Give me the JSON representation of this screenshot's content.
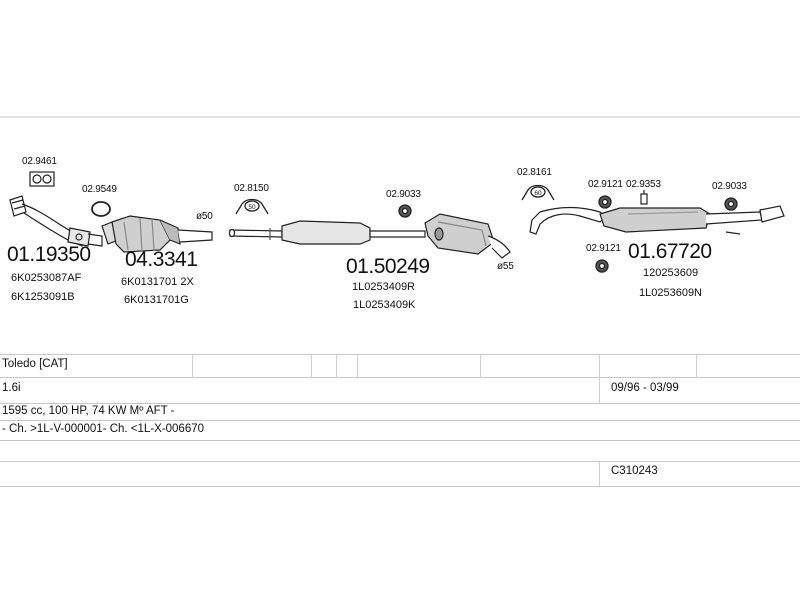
{
  "parts": [
    {
      "id": "p1",
      "number": "01.19350",
      "refs": [
        "6K0253087AF",
        "6K1253091B"
      ]
    },
    {
      "id": "p2",
      "number": "04.3341",
      "refs": [
        "6K0131701 2X",
        "6K0131701G"
      ]
    },
    {
      "id": "p3",
      "number": "01.50249",
      "refs": [
        "1L0253409R",
        "1L0253409K"
      ]
    },
    {
      "id": "p4",
      "number": "01.67720",
      "refs": [
        "120253609",
        "1L0253609N"
      ]
    }
  ],
  "accessories": {
    "a1": "02.9461",
    "a2": "02.9549",
    "a3": "02.8150",
    "a4": "02.9033",
    "a5": "02.8161",
    "a6": "02.9121",
    "a7": "02.9353",
    "a8": "02.9033",
    "a9": "02.9121"
  },
  "diameters": {
    "d1": "ø50",
    "d2": "ø55"
  },
  "clamp_labels": {
    "c1": "50",
    "c2": "60"
  },
  "vehicle": {
    "model": "Toledo  [CAT]",
    "engine": "1.6i",
    "years": "09/96 - 03/99",
    "specs": "1595 cc, 100 HP, 74 KW Mº AFT -",
    "chassis": "- Ch. >1L-V-000001- Ch. <1L-X-006670",
    "code": "C310243"
  }
}
